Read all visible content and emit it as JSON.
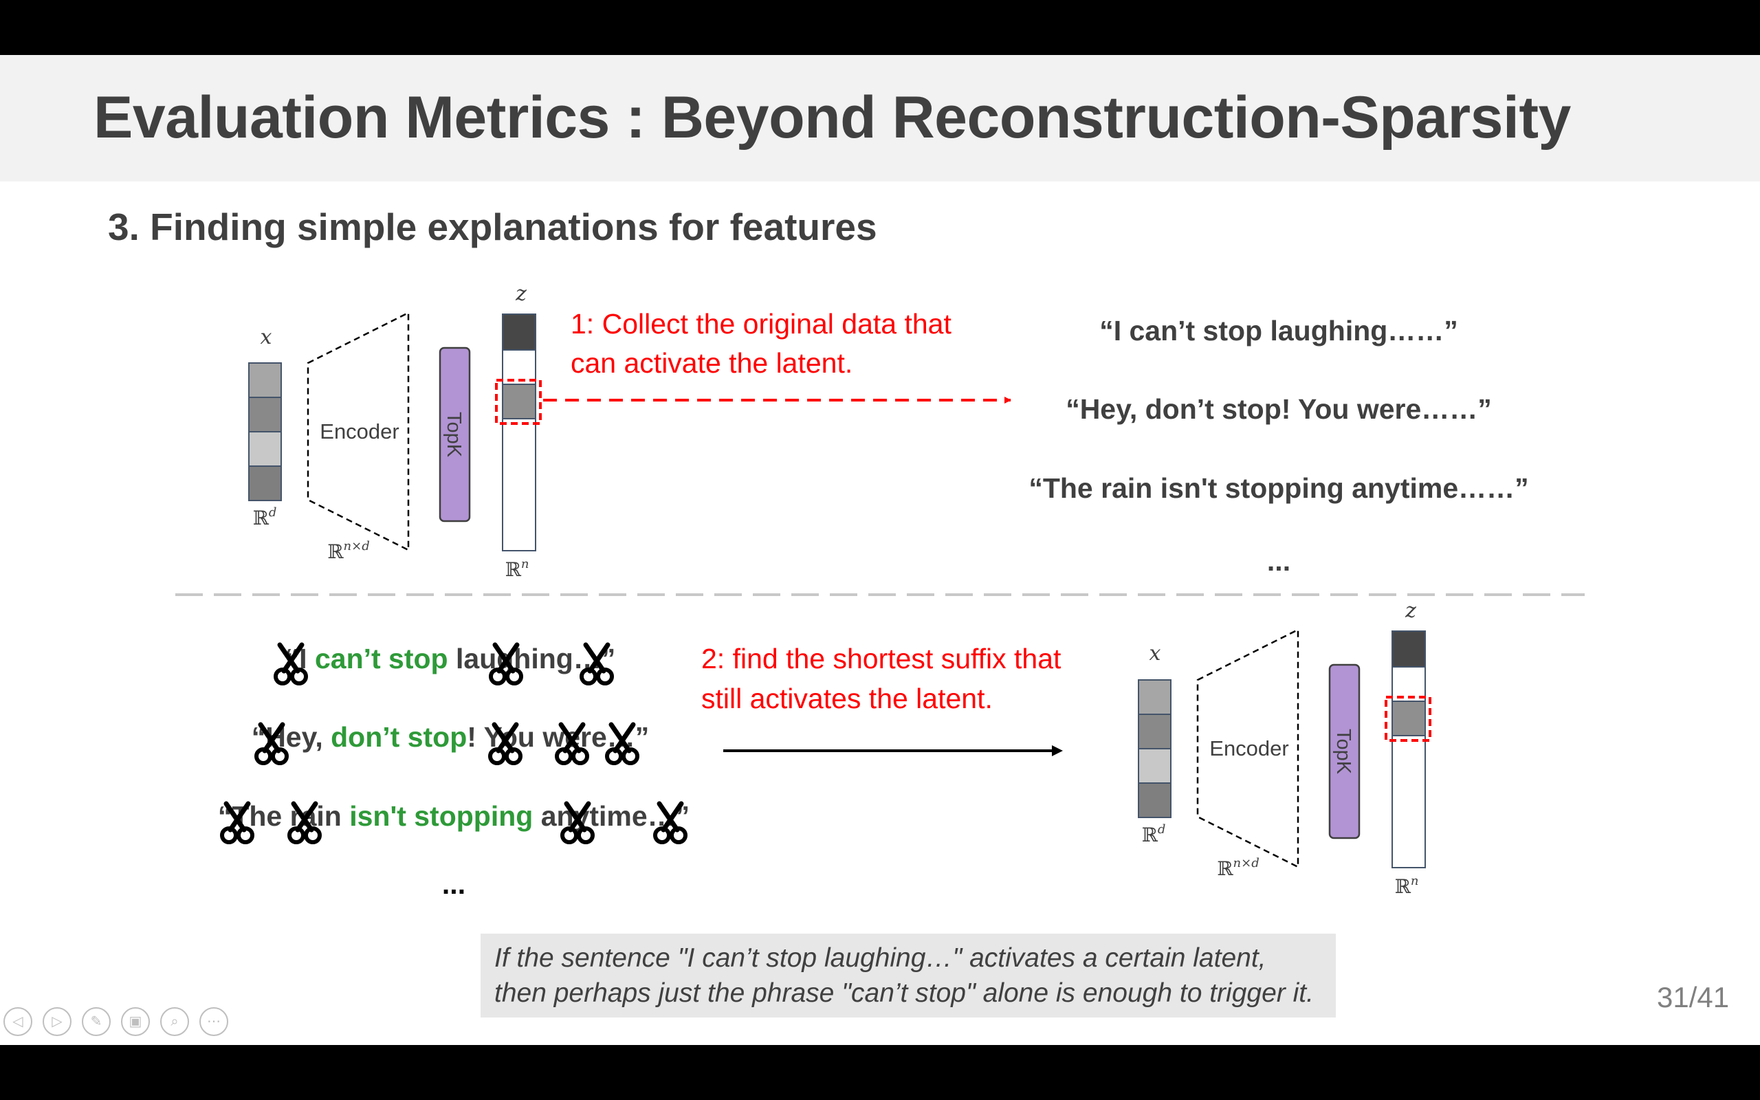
{
  "slide": {
    "title": "Evaluation Metrics : Beyond Reconstruction-Sparsity",
    "subtitle": "3. Finding simple explanations for features",
    "page_number": "31/41"
  },
  "diagram_top": {
    "x_label": "x",
    "x_space": "ℝ",
    "x_space_sup": "d",
    "encoder_label": "Encoder",
    "encoder_space": "ℝ",
    "encoder_space_sup": "n×d",
    "topk_label": "TopK",
    "z_label": "z",
    "z_space": "ℝ",
    "z_space_sup": "n",
    "step_label_line1": "1: Collect the original data that",
    "step_label_line2": "can activate the latent.",
    "examples": [
      "“I can’t stop laughing……”",
      "“Hey, don’t stop! You were……”",
      "“The rain isn't stopping anytime……”"
    ],
    "ellipsis": "..."
  },
  "diagram_bottom": {
    "step_label_line1": "2: find the shortest suffix that",
    "step_label_line2": "still activates the latent.",
    "sentence1": [
      {
        "text": "“I ",
        "color": "#404040"
      },
      {
        "text": "can’t stop",
        "color": "#2e9a38"
      },
      {
        "text": " laughing…”",
        "color": "#404040"
      }
    ],
    "sentence2": [
      {
        "text": "“Hey, ",
        "color": "#404040"
      },
      {
        "text": "don’t stop",
        "color": "#2e9a38"
      },
      {
        "text": "! You were…”",
        "color": "#404040"
      }
    ],
    "sentence3": [
      {
        "text": "“The rain ",
        "color": "#404040"
      },
      {
        "text": "isn't stopping",
        "color": "#2e9a38"
      },
      {
        "text": " anytime…”",
        "color": "#404040"
      }
    ],
    "scissor_icon": "scissors-icon",
    "ellipsis": "...",
    "x_label": "x",
    "x_space": "ℝ",
    "x_space_sup": "d",
    "encoder_label": "Encoder",
    "encoder_space": "ℝ",
    "encoder_space_sup": "n×d",
    "topk_label": "TopK",
    "z_label": "z",
    "z_space": "ℝ",
    "z_space_sup": "n"
  },
  "caption": {
    "line1": "If the sentence \"I can’t stop laughing…\" activates a certain latent,",
    "line2": "then perhaps just the phrase \"can’t stop\" alone is enough to trigger it."
  },
  "colors": {
    "accent_red": "#ff0000",
    "highlight_green": "#2e9a38",
    "topk_purple": "#b294d4",
    "text_gray": "#404040"
  },
  "nav_icons": [
    "prev-icon",
    "next-icon",
    "pen-icon",
    "slides-icon",
    "zoom-icon",
    "more-icon"
  ]
}
